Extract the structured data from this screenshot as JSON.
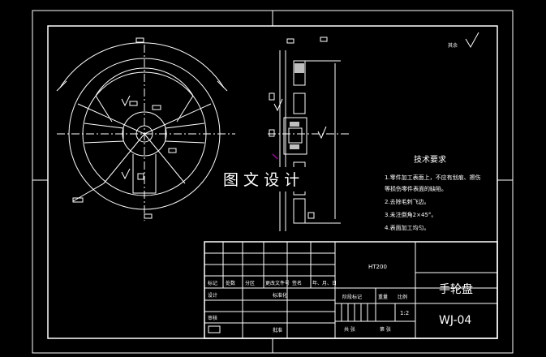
{
  "watermark": "图 文 设 计",
  "roughness_note": "其余",
  "tech_requirements": {
    "title": "技术要求",
    "items": [
      "1.零件加工表面上，不应有划痕、擦伤",
      "等损伤零件表面的缺陷。",
      "2.去除毛刺飞边。",
      "3.未注倒角2×45°。",
      "4.表面加工均匀。"
    ]
  },
  "title_block": {
    "material": "HT200",
    "part_name": "手轮盘",
    "drawing_no": "WJ-04",
    "scale": "1:2",
    "row_labels": [
      "标记",
      "处数",
      "分区",
      "更改文件号",
      "签名",
      "年、月、日"
    ],
    "design_label": "设计",
    "standard_label": "标准化",
    "review_label": "审核",
    "approve_label": "批准",
    "stage_label": "阶段标记",
    "weight_label": "重量",
    "scale_label": "比例",
    "sheets_label": "共  张",
    "sheet_label": "第  张"
  },
  "colors": {
    "line": "#ffffff",
    "accent": "#cc00cc",
    "background": "#000000"
  }
}
